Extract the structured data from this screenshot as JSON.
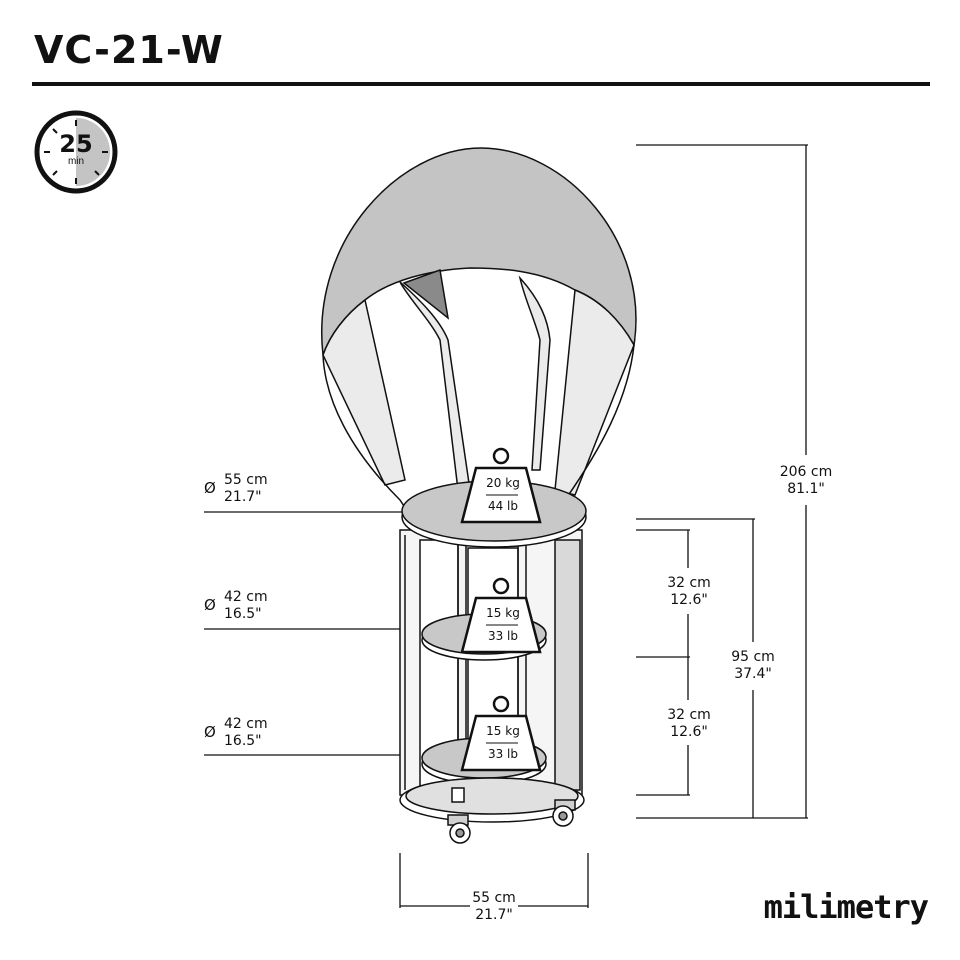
{
  "title": "VC-21-W",
  "timer": {
    "value": "25",
    "unit": "min",
    "icon": "timer-icon"
  },
  "diameters": [
    {
      "symbol": "Ø",
      "cm": "55 cm",
      "in": "21.7\""
    },
    {
      "symbol": "Ø",
      "cm": "42 cm",
      "in": "16.5\""
    },
    {
      "symbol": "Ø",
      "cm": "42 cm",
      "in": "16.5\""
    }
  ],
  "heights": {
    "total": {
      "cm": "206 cm",
      "in": "81.1\""
    },
    "body": {
      "cm": "95 cm",
      "in": "37.4\""
    },
    "upper_gap": {
      "cm": "32 cm",
      "in": "12.6\""
    },
    "lower_gap": {
      "cm": "32 cm",
      "in": "12.6\""
    }
  },
  "width": {
    "cm": "55 cm",
    "in": "21.7\""
  },
  "loads": [
    {
      "kg": "20 kg",
      "lb": "44 lb"
    },
    {
      "kg": "15 kg",
      "lb": "33 lb"
    },
    {
      "kg": "15 kg",
      "lb": "33 lb"
    }
  ],
  "brand": "milimetry",
  "colors": {
    "line": "#111111",
    "canopy": "#c4c4c4",
    "shelf": "#c8c8c8",
    "panel": "#f2f2f2"
  }
}
